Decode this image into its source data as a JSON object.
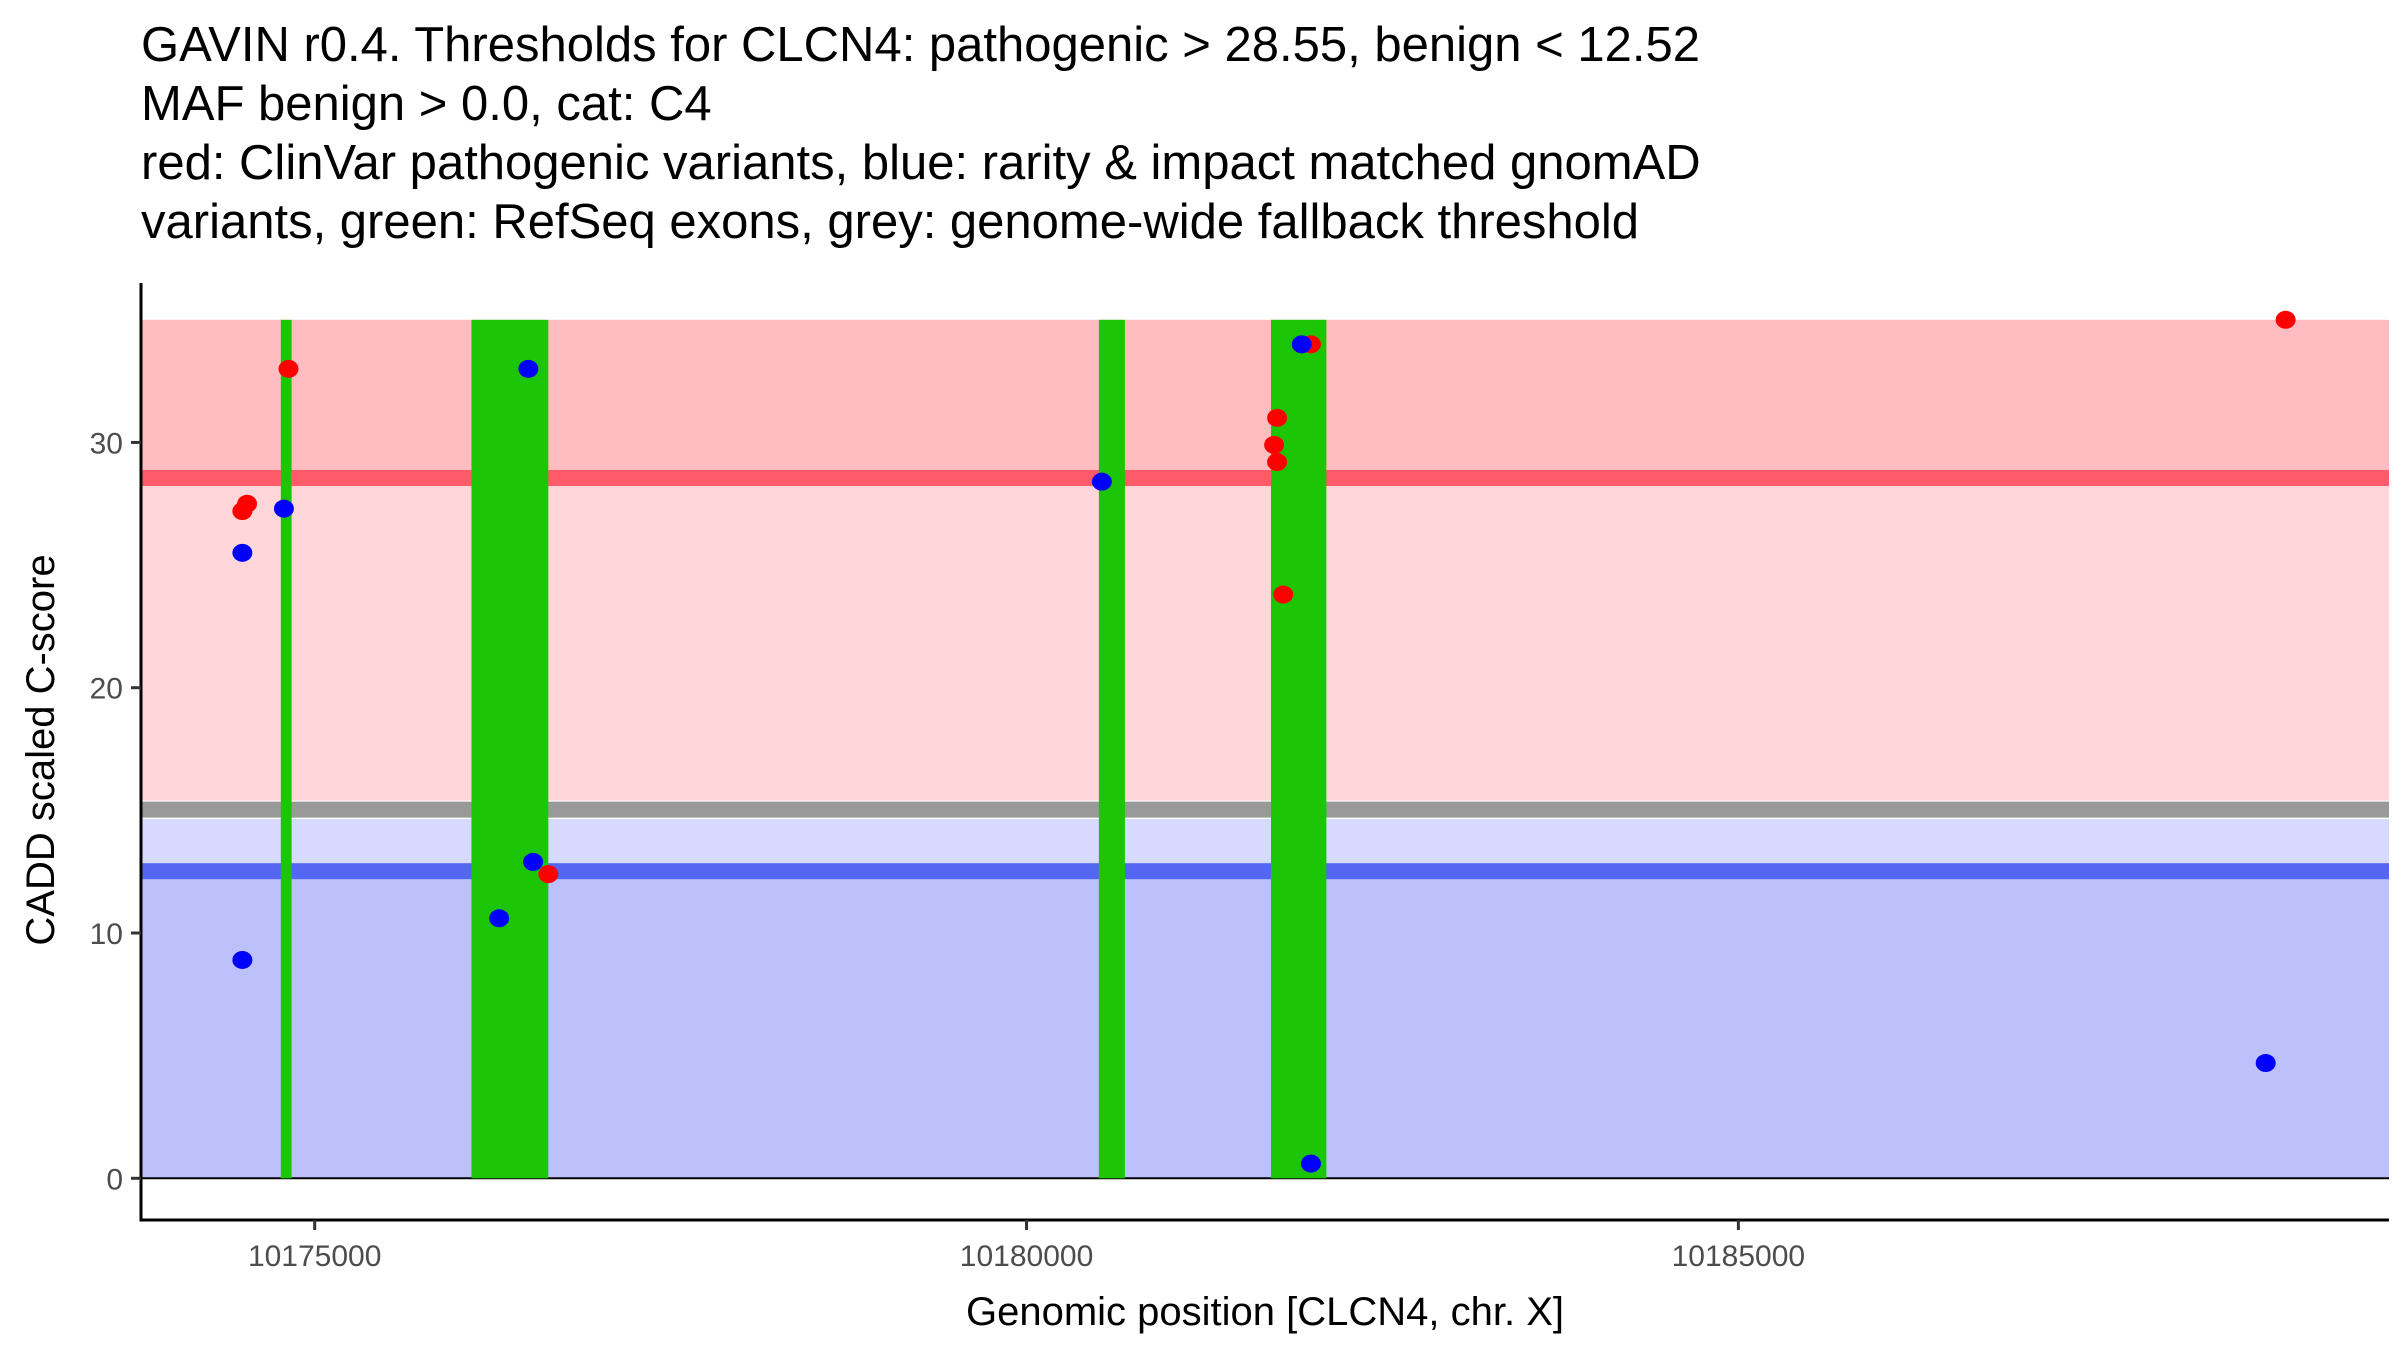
{
  "chart_data": {
    "type": "scatter",
    "title_lines": [
      "GAVIN r0.4. Thresholds for CLCN4: pathogenic > 28.55, benign < 12.52",
      "MAF benign > 0.0, cat: C4",
      "red: ClinVar pathogenic variants, blue: rarity & impact matched gnomAD",
      "variants, green: RefSeq exons, grey: genome-wide fallback threshold"
    ],
    "xlabel": "Genomic position [CLCN4, chr. X]",
    "ylabel": "CADD scaled C-score",
    "xlim": [
      10173780,
      10189570
    ],
    "ylim": [
      -1.7,
      36.5
    ],
    "xticks": [
      10175000,
      10180000,
      10185000
    ],
    "xtick_labels": [
      "10175000",
      "10180000",
      "10185000"
    ],
    "yticks": [
      0,
      10,
      20,
      30
    ],
    "ytick_labels": [
      "0",
      "10",
      "20",
      "30"
    ],
    "grid": false,
    "thresholds": {
      "pathogenic": 28.55,
      "benign": 12.52,
      "fallback": 15.03
    },
    "bands": [
      {
        "name": "pathogenic-zone",
        "from": 28.55,
        "to": 35,
        "color": "#ffbcc1"
      },
      {
        "name": "pathogenic-fallback-zone",
        "from": 15.4,
        "to": 28.55,
        "color": "#ffd7db"
      },
      {
        "name": "benign-fallback-zone",
        "from": 12.52,
        "to": 14.65,
        "color": "#d7dafe"
      },
      {
        "name": "benign-zone",
        "from": 0,
        "to": 12.52,
        "color": "#bcc1fb"
      }
    ],
    "lines": [
      {
        "name": "pathogenic-threshold",
        "y": 28.55,
        "color": "#ff5a6a"
      },
      {
        "name": "fallback-threshold",
        "y": 15.03,
        "color": "#999999"
      },
      {
        "name": "benign-threshold",
        "y": 12.52,
        "color": "#5566f2"
      }
    ],
    "exons": [
      [
        10174762,
        10174838
      ],
      [
        10176101,
        10176641
      ],
      [
        10180508,
        10180691
      ],
      [
        10181717,
        10182106
      ]
    ],
    "colors": {
      "pathogenic": "#ff0000",
      "benign": "#0000ff",
      "exon": "#1cc606"
    },
    "series": [
      {
        "key": "pathogenic",
        "points": [
          [
            10174816,
            33.0
          ],
          [
            10174492,
            27.2
          ],
          [
            10174525,
            27.5
          ],
          [
            10176641,
            12.4
          ],
          [
            10181739,
            29.9
          ],
          [
            10181760,
            31.0
          ],
          [
            10181760,
            29.2
          ],
          [
            10181803,
            23.8
          ],
          [
            10181998,
            34.0
          ],
          [
            10188844,
            35.0
          ]
        ]
      },
      {
        "key": "benign",
        "points": [
          [
            10174492,
            25.5
          ],
          [
            10174784,
            27.3
          ],
          [
            10174492,
            8.9
          ],
          [
            10176501,
            33.0
          ],
          [
            10176534,
            12.9
          ],
          [
            10176296,
            10.6
          ],
          [
            10180529,
            28.4
          ],
          [
            10181933,
            34.0
          ],
          [
            10181998,
            0.6
          ],
          [
            10188704,
            4.7
          ]
        ]
      }
    ]
  }
}
